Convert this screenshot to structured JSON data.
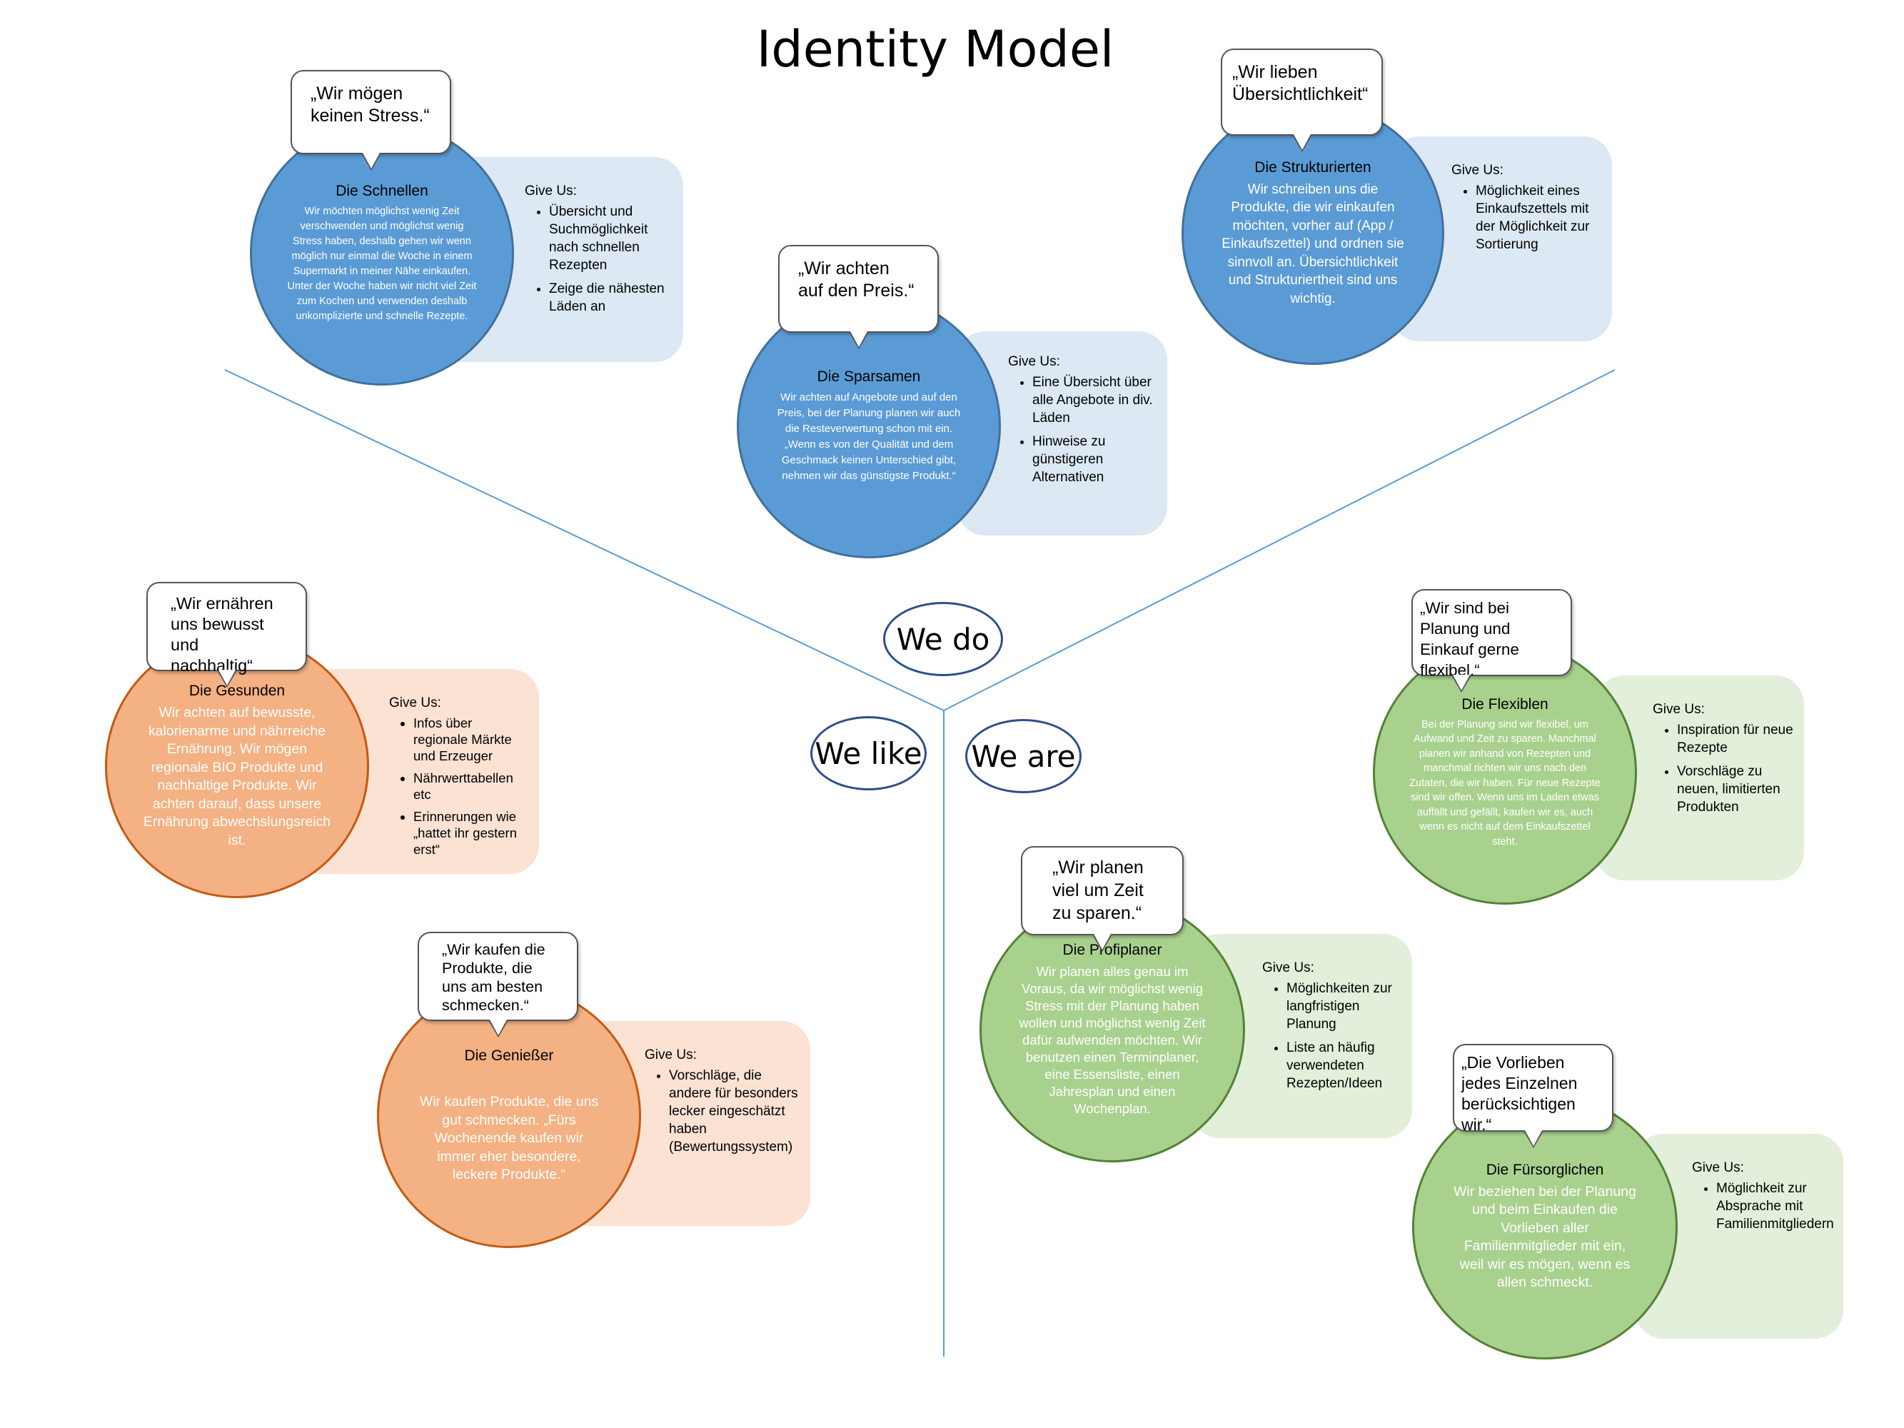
{
  "title": "Identity Model",
  "axes": {
    "we_do": "We do",
    "we_like": "We like",
    "we_are": "We are"
  },
  "colors": {
    "blue_circle": "#5b9bd5",
    "blue_panel": "#dce8f4",
    "orange_circle": "#f4b183",
    "orange_panel": "#fbe2d3",
    "green_circle": "#a9d18e",
    "green_panel": "#e2efda",
    "axis_line": "#5b9bd5"
  },
  "give_us_label": "Give Us:",
  "personas": {
    "schnellen": {
      "quote": "„Wir mögen keinen Stress.“",
      "name": "Die Schnellen",
      "description": "Wir möchten möglichst wenig Zeit verschwenden und möglichst wenig Stress haben, deshalb gehen wir wenn möglich nur einmal die Woche in einem Supermarkt in meiner Nähe einkaufen. Unter der Woche haben wir nicht viel Zeit zum Kochen und verwenden deshalb unkomplizierte und schnelle Rezepte.",
      "give_us": [
        "Übersicht und Suchmöglichkeit nach schnellen Rezepten",
        "Zeige die nähesten Läden an"
      ]
    },
    "sparsamen": {
      "quote": "„Wir achten auf den Preis.“",
      "name": "Die Sparsamen",
      "description": "Wir achten auf Angebote und auf den Preis, bei der Planung planen wir auch die Resteverwertung schon mit ein. „Wenn es von der Qualität und dem Geschmack keinen Unterschied gibt, nehmen wir das günstigste Produkt.“",
      "give_us": [
        "Eine Übersicht über alle Angebote in div. Läden",
        "Hinweise zu günstigeren Alternativen"
      ]
    },
    "strukturierten": {
      "quote": "„Wir lieben Übersichtlichkeit“",
      "name": "Die Strukturierten",
      "description": "Wir schreiben uns die Produkte, die wir einkaufen möchten, vorher auf (App / Einkaufszettel) und ordnen sie sinnvoll an. Übersichtlichkeit und Strukturiertheit sind uns wichtig.",
      "give_us": [
        "Möglichkeit eines Einkaufszettels mit der Möglichkeit zur Sortierung"
      ]
    },
    "gesunden": {
      "quote": "„Wir ernähren uns bewusst und nachhaltig“",
      "name": "Die Gesunden",
      "description": "Wir achten auf bewusste, kalorienarme und nährreiche Ernährung. Wir mögen regionale BIO Produkte und nachhaltige Produkte. Wir achten darauf, dass unsere Ernährung abwechslungsreich ist.",
      "give_us": [
        "Infos über regionale Märkte und Erzeuger",
        "Nährwerttabellen etc",
        "Erinnerungen wie „hattet ihr gestern erst“"
      ]
    },
    "geniesser": {
      "quote": "„Wir kaufen die Produkte, die uns am besten schmecken.“",
      "name": "Die Genießer",
      "description": "Wir kaufen Produkte, die uns gut schmecken. „Fürs Wochenende kaufen wir immer eher besondere, leckere Produkte.“",
      "give_us": [
        "Vorschläge, die andere für besonders lecker eingeschätzt haben (Bewertungssystem)"
      ]
    },
    "flexiblen": {
      "quote": "„Wir sind bei Planung und Einkauf gerne flexibel.“",
      "name": "Die Flexiblen",
      "description": "Bei der Planung sind wir flexibel, um Aufwand und Zeit zu sparen. Manchmal planen wir anhand von Rezepten und manchmal richten wir uns nach den Zutaten, die wir haben. Für neue Rezepte sind wir offen. Wenn uns im Laden etwas auffällt und gefällt, kaufen wir es, auch wenn es nicht auf dem Einkaufszettel steht.",
      "give_us": [
        "Inspiration für neue Rezepte",
        "Vorschläge zu neuen, limitierten Produkten"
      ]
    },
    "profiplaner": {
      "quote": "„Wir planen viel um Zeit zu sparen.“",
      "name": "Die Profiplaner",
      "description": "Wir planen alles genau im Voraus, da wir möglichst wenig Stress mit der Planung haben wollen und möglichst wenig Zeit dafür aufwenden möchten. Wir benutzen einen Terminplaner, eine Essensliste, einen Jahresplan und einen Wochenplan.",
      "give_us": [
        "Möglichkeiten zur langfristigen Planung",
        "Liste an häufig verwendeten Rezepten/Ideen"
      ]
    },
    "fuersorglichen": {
      "quote": "„Die Vorlieben jedes Einzelnen berücksichtigen wir.“",
      "name": "Die Fürsorglichen",
      "description": "Wir beziehen bei der Planung und beim Einkaufen die Vorlieben aller Familienmitglieder mit ein, weil wir es mögen, wenn es allen schmeckt.",
      "give_us": [
        "Möglichkeit zur Absprache mit Familienmitgliedern"
      ]
    }
  }
}
